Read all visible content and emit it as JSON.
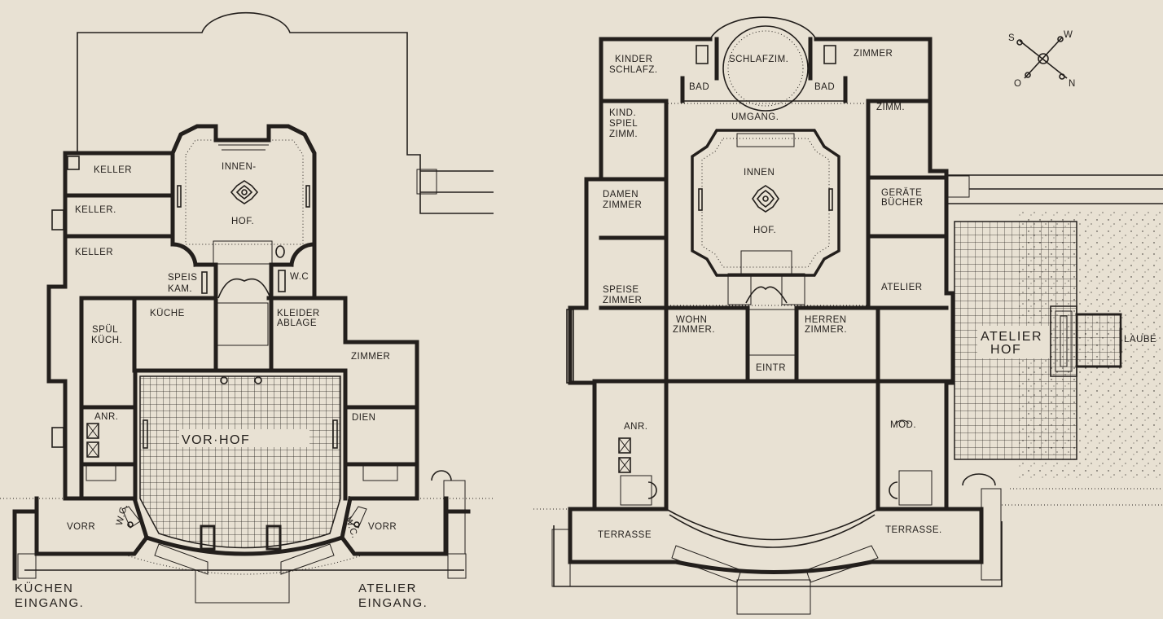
{
  "ground_floor": {
    "rooms": {
      "keller_1": "KELLER",
      "keller_2": "KELLER.",
      "keller_3": "KELLER",
      "innenhof_1": "INNEN-",
      "innenhof_2": "HOF.",
      "speis_1": "SPEIS",
      "speis_2": "KAM.",
      "wc_inner": "W.C",
      "kueche": "KÜCHE",
      "kleider_1": "KLEIDER",
      "kleider_2": "ABLAGE",
      "spuel_1": "SPÜL",
      "spuel_2": "KÜCH.",
      "zimmer": "ZIMMER",
      "anr": "ANR.",
      "vorhof": "VOR·HOF",
      "dien": "DIEN",
      "vorr_left": "VORR",
      "vorr_right": "VORR",
      "wc_left": "W.C.",
      "wc_right": "W.C."
    },
    "entrances": {
      "kuechen_1": "KÜCHEN",
      "kuechen_2": "EINGANG.",
      "atelier_1": "ATELIER",
      "atelier_2": "EINGANG."
    }
  },
  "upper_floor": {
    "rooms": {
      "kinder_1": "KINDER",
      "kinder_2": "SCHLAFZ.",
      "schlafzim": "SCHLAFZIM.",
      "bad_left": "BAD",
      "bad_right": "BAD",
      "zimmer": "ZIMMER",
      "kind_1": "KIND.",
      "kind_2": "SPIEL",
      "kind_3": "ZIMM.",
      "umgang": "UMGANG.",
      "zimm": "ZIMM.",
      "damen_1": "DAMEN",
      "damen_2": "ZIMMER",
      "innen_1": "INNEN",
      "innen_2": "HOF.",
      "geraete_1": "GERÄTE",
      "geraete_2": "BÜCHER",
      "speise_1": "SPEISE",
      "speise_2": "ZIMMER",
      "atelier": "ATELIER",
      "wohn_1": "WOHN",
      "wohn_2": "ZIMMER.",
      "herren_1": "HERREN",
      "herren_2": "ZIMMER.",
      "eintr": "EINTR",
      "atelierhof_1": "ATELIER",
      "atelierhof_2": "HOF",
      "laube": "LAUBE",
      "anr": "ANR.",
      "mod": "MOD.",
      "terrasse_left": "TERRASSE",
      "terrasse_right": "TERRASSE."
    }
  },
  "compass": {
    "s": "S",
    "w": "W",
    "o": "O",
    "n": "N"
  },
  "colors": {
    "paper": "#e8e1d3",
    "ink": "#231f1c"
  }
}
